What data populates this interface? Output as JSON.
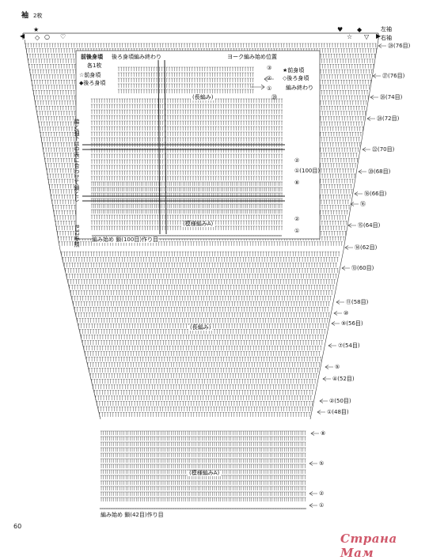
{
  "header": {
    "title": "袖",
    "count": "2枚",
    "left_sleeve": "左袖",
    "right_sleeve": "右袖"
  },
  "legend": {
    "front_back": "前後身頃",
    "front_back_count": "各1枚",
    "back_end": "後ろ身頃編み終わり",
    "front_marker": "☆前身頃",
    "back_marker": "◆後ろ身頃",
    "yoke_start": "ヨーク編み始め位置",
    "front_piece": "★前身頃",
    "back_piece": "◇後ろ身頃",
    "piece_end": "編み終わり",
    "center_note": "脇と袖下は中表に合わせて鎖とじ",
    "page_ref": "P.32参照"
  },
  "stitches": {
    "body_upper": "(長編み)",
    "body_pattern": "(模様編みA)",
    "sleeve_main": "(長編み)",
    "sleeve_cuff": "(模様編みA)"
  },
  "notes": {
    "body_start": "編み始め 鎖(100目)作り目",
    "sleeve_start": "編み始め 鎖(42目)作り目"
  },
  "body_rows": [
    {
      "label": "③"
    },
    {
      "label": "②"
    },
    {
      "label": "①"
    },
    {
      "label": "⑳"
    },
    {
      "label": "②"
    },
    {
      "label": "①(100目)"
    },
    {
      "label": "⑧"
    },
    {
      "label": "②"
    },
    {
      "label": "①"
    }
  ],
  "sleeve_rows": [
    {
      "label": "㉘(76目)"
    },
    {
      "label": "㉗(76目)"
    },
    {
      "label": "㉖(74目)"
    },
    {
      "label": "㉔(72目)"
    },
    {
      "label": "㉒(70目)"
    },
    {
      "label": "⑳(68目)"
    },
    {
      "label": "⑱(66目)"
    },
    {
      "label": "⑯"
    },
    {
      "label": "⑮(64目)"
    },
    {
      "label": "⑭(62目)"
    },
    {
      "label": "⑬(60目)"
    },
    {
      "label": "⑪(58目)"
    },
    {
      "label": "⑩"
    },
    {
      "label": "⑨(56目)"
    },
    {
      "label": "⑦(54目)"
    },
    {
      "label": "⑤"
    },
    {
      "label": "④(52目)"
    },
    {
      "label": "②(50目)"
    },
    {
      "label": "①(48目)"
    },
    {
      "label": "⑧"
    },
    {
      "label": "⑤"
    },
    {
      "label": "②"
    },
    {
      "label": "①"
    }
  ],
  "footer": {
    "page": "60",
    "watermark": "Страна Мам"
  },
  "colors": {
    "ink": "#1a1a1a",
    "line": "#3a3a3a",
    "watermark": "#d0586a"
  }
}
